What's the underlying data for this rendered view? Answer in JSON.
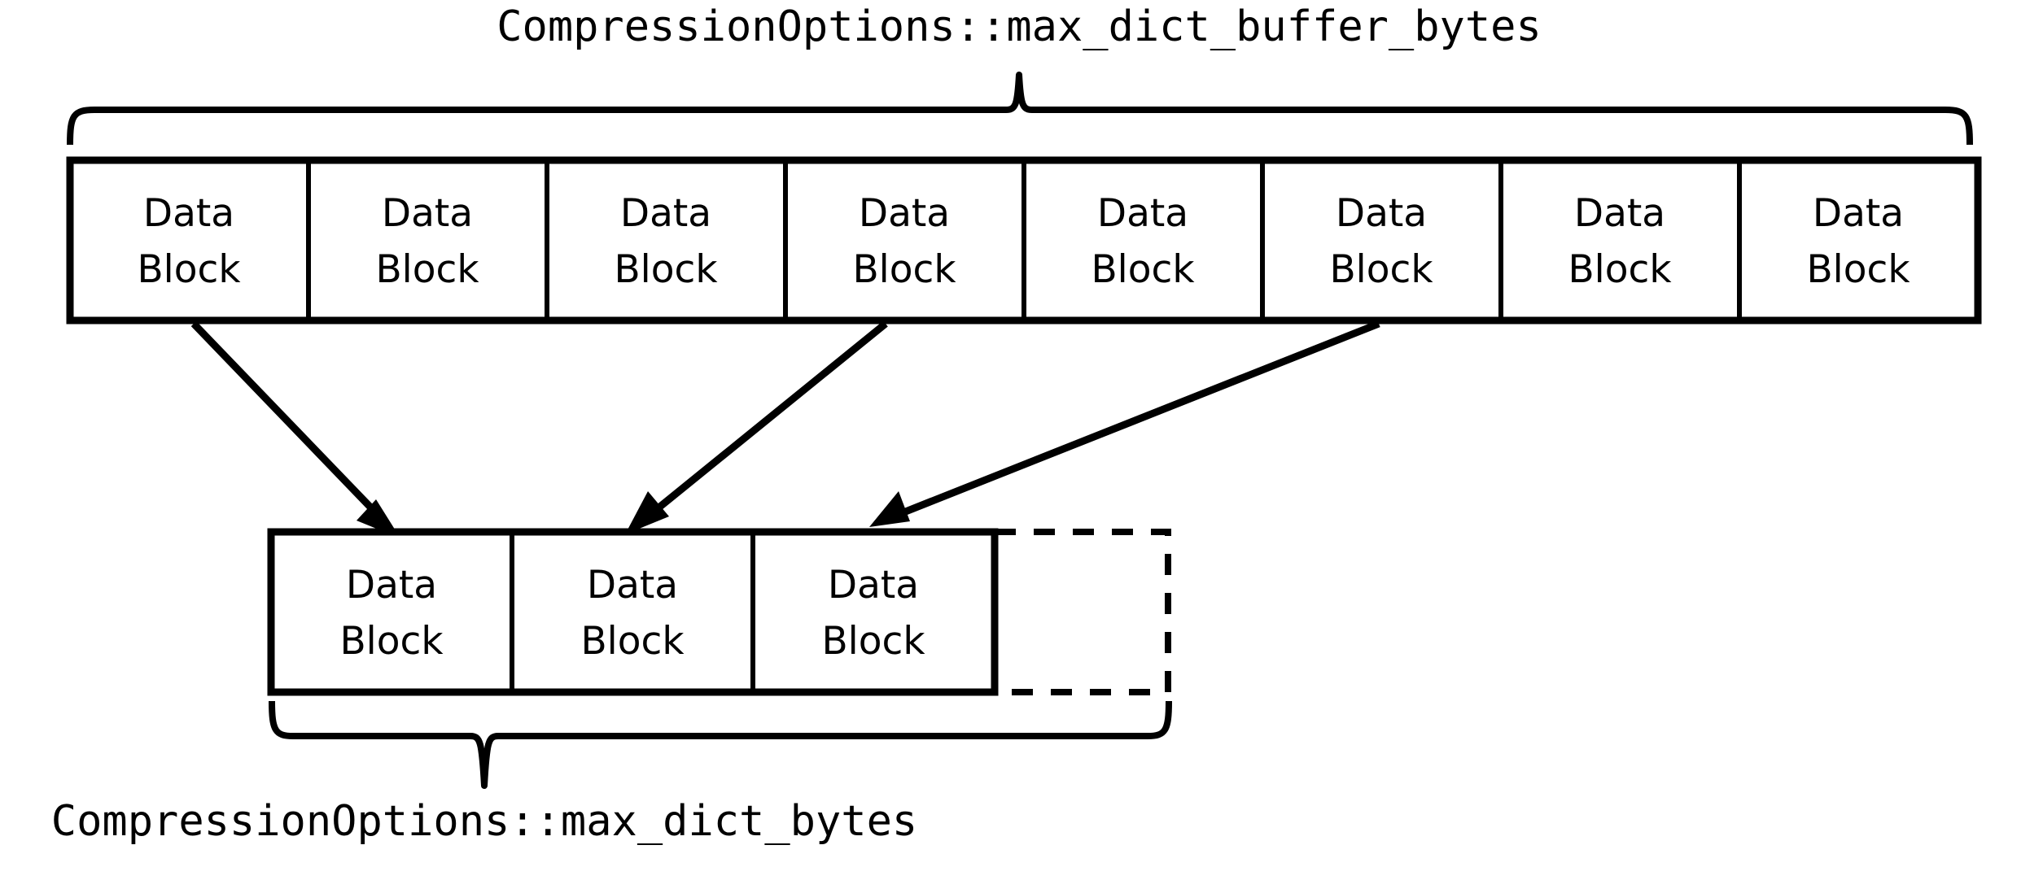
{
  "diagram": {
    "title_top": "CompressionOptions::max_dict_buffer_bytes",
    "title_bottom": "CompressionOptions::max_dict_bytes",
    "colors": {
      "stroke": "#000000",
      "background": "#ffffff",
      "text": "#000000"
    },
    "top_row": {
      "name": "buffered-data-blocks-row",
      "block_count": 8,
      "blocks": [
        {
          "line1": "Data",
          "line2": "Block"
        },
        {
          "line1": "Data",
          "line2": "Block"
        },
        {
          "line1": "Data",
          "line2": "Block"
        },
        {
          "line1": "Data",
          "line2": "Block"
        },
        {
          "line1": "Data",
          "line2": "Block"
        },
        {
          "line1": "Data",
          "line2": "Block"
        },
        {
          "line1": "Data",
          "line2": "Block"
        },
        {
          "line1": "Data",
          "line2": "Block"
        }
      ]
    },
    "bottom_row": {
      "name": "dictionary-data-blocks-row",
      "block_count": 3,
      "blocks": [
        {
          "line1": "Data",
          "line2": "Block"
        },
        {
          "line1": "Data",
          "line2": "Block"
        },
        {
          "line1": "Data",
          "line2": "Block"
        }
      ],
      "placeholder": {
        "style": "dashed",
        "label": ""
      }
    },
    "arrows": [
      {
        "name": "sample-arrow-1",
        "from_block_index": 0,
        "to_block_index": 0
      },
      {
        "name": "sample-arrow-2",
        "from_block_index": 3,
        "to_block_index": 1
      },
      {
        "name": "sample-arrow-3",
        "from_block_index": 5,
        "to_block_index": 2
      }
    ],
    "braces": [
      {
        "name": "top-brace",
        "label_ref": "title_top",
        "direction": "up"
      },
      {
        "name": "bottom-brace",
        "label_ref": "title_bottom",
        "direction": "down"
      }
    ]
  }
}
